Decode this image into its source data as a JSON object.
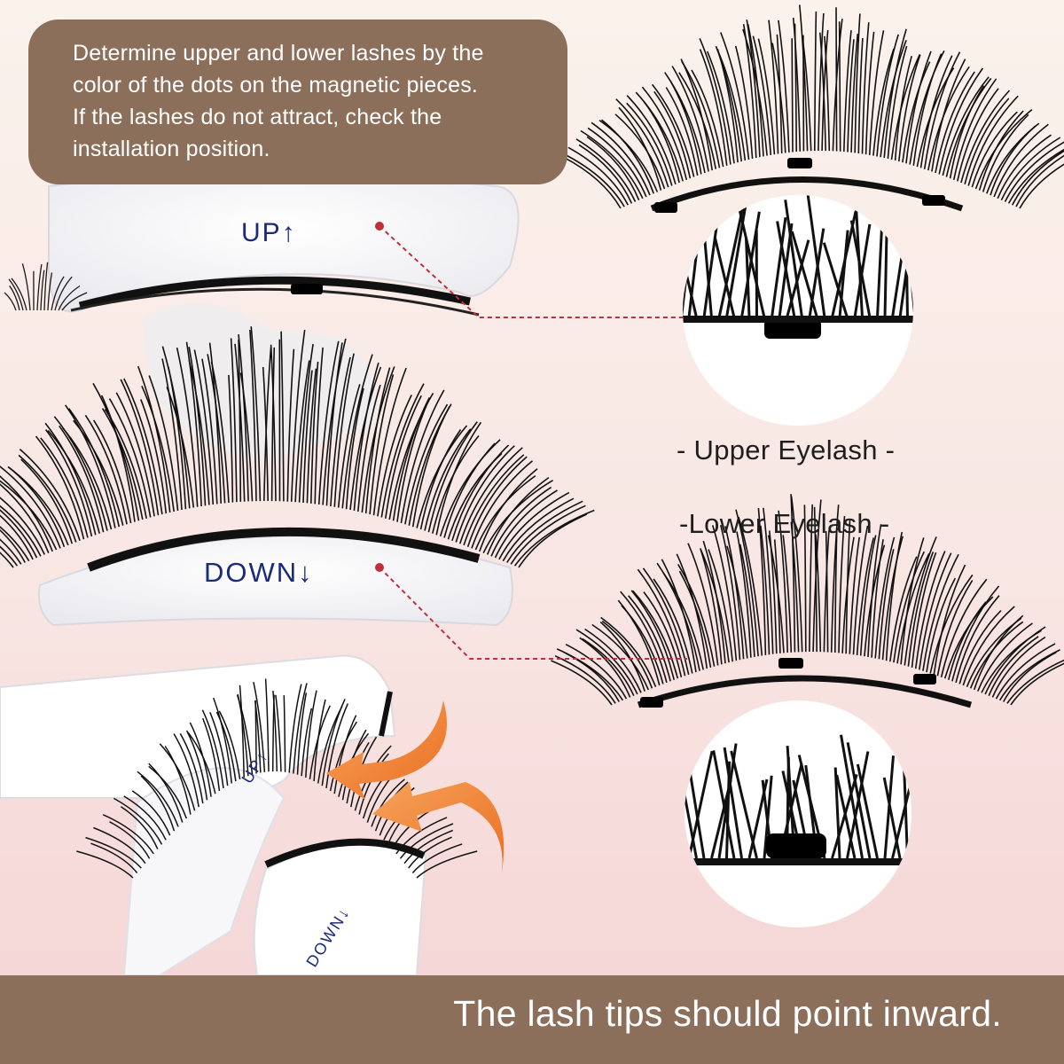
{
  "instructions": {
    "lines": [
      "Determine upper and lower lashes by the",
      "color of the dots on the magnetic pieces.",
      "If the lashes do not attract, check the",
      "installation position."
    ]
  },
  "holder_labels": {
    "up": "UP↑",
    "down": "DOWN↓"
  },
  "captions": {
    "upper": "- Upper Eyelash -",
    "lower": "-Lower Eyelash -"
  },
  "footer": {
    "text": "The lash tips should point inward."
  },
  "colors": {
    "brand_brown": "#8c6f5b",
    "arrow_orange": "#f08a3c",
    "guide_red": "#c0303a",
    "label_blue": "#1b2a7a"
  },
  "icons": [
    "orange-curved-arrow",
    "red-dot-marker"
  ]
}
